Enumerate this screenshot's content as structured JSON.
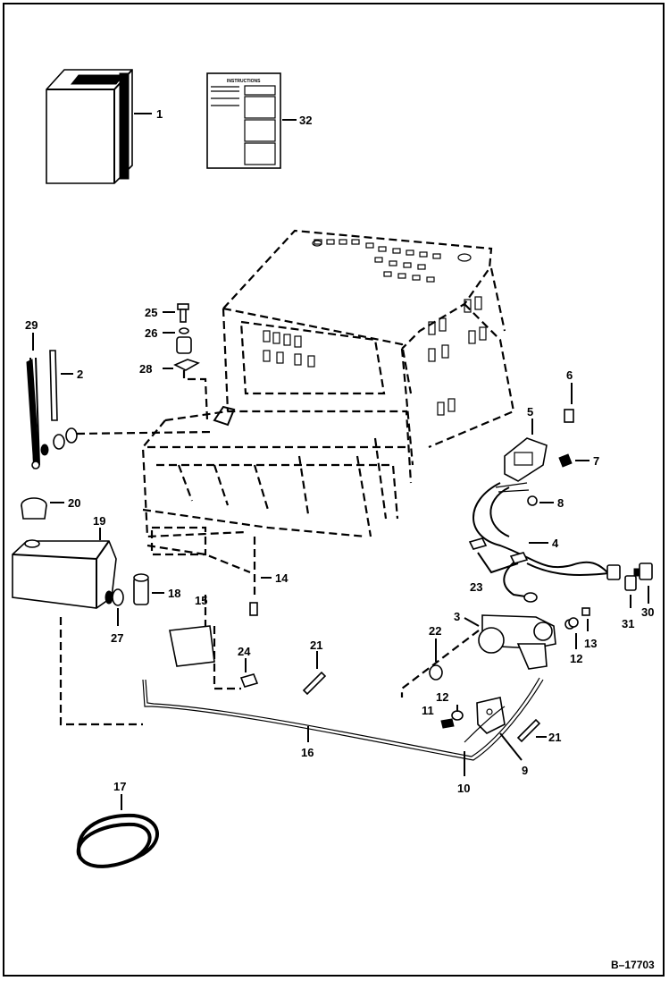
{
  "figure_ref": "B–17703",
  "kit_sheet": {
    "heading": "INSTRUCTIONS"
  },
  "callouts": [
    {
      "id": "c1",
      "label": "1"
    },
    {
      "id": "c32",
      "label": "32"
    },
    {
      "id": "c29",
      "label": "29"
    },
    {
      "id": "c2",
      "label": "2"
    },
    {
      "id": "c25",
      "label": "25"
    },
    {
      "id": "c26",
      "label": "26"
    },
    {
      "id": "c28",
      "label": "28"
    },
    {
      "id": "c6",
      "label": "6"
    },
    {
      "id": "c5",
      "label": "5"
    },
    {
      "id": "c7",
      "label": "7"
    },
    {
      "id": "c8",
      "label": "8"
    },
    {
      "id": "c20",
      "label": "20"
    },
    {
      "id": "c19",
      "label": "19"
    },
    {
      "id": "c4",
      "label": "4"
    },
    {
      "id": "c14",
      "label": "14"
    },
    {
      "id": "c15",
      "label": "15"
    },
    {
      "id": "c18",
      "label": "18"
    },
    {
      "id": "c23",
      "label": "23"
    },
    {
      "id": "c27",
      "label": "27"
    },
    {
      "id": "c3",
      "label": "3"
    },
    {
      "id": "c22",
      "label": "22"
    },
    {
      "id": "c13",
      "label": "13"
    },
    {
      "id": "c12a",
      "label": "12"
    },
    {
      "id": "c31",
      "label": "31"
    },
    {
      "id": "c30",
      "label": "30"
    },
    {
      "id": "c24",
      "label": "24"
    },
    {
      "id": "c21a",
      "label": "21"
    },
    {
      "id": "c12b",
      "label": "12"
    },
    {
      "id": "c11",
      "label": "11"
    },
    {
      "id": "c21b",
      "label": "21"
    },
    {
      "id": "c16",
      "label": "16"
    },
    {
      "id": "c9",
      "label": "9"
    },
    {
      "id": "c10",
      "label": "10"
    },
    {
      "id": "c17",
      "label": "17"
    }
  ]
}
